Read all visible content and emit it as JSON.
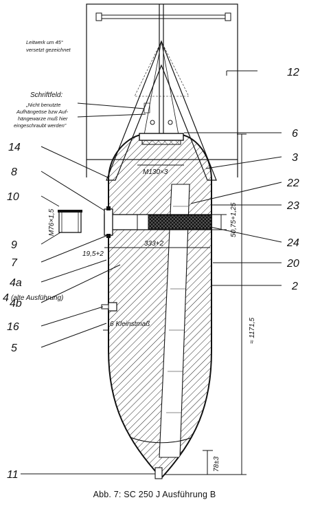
{
  "notes": {
    "tail_note_line1": "Leitwerk um 45°",
    "tail_note_line2": "versetzt gezeichnet",
    "schriftfeld_title": "Schriftfeld:",
    "schriftfeld_line1": "„Nicht benutzte",
    "schriftfeld_line2": "Aufhängeöse bzw Auf-",
    "schriftfeld_line3": "hängewarze muß hier",
    "schriftfeld_line4": "eingeschraubt werden”"
  },
  "dimensions": {
    "thread_m130": "M130×3",
    "thread_m76": "M76×1,5",
    "dia_50": "50,75+1,25",
    "len_333": "333+2",
    "len_19": "19,5+2",
    "overall_length": "≈ 1171,5",
    "nose_78": "78±3",
    "min_wall": "6 Kleinstmaß"
  },
  "callouts": {
    "n12": "12",
    "n6": "6",
    "n3": "3",
    "n22": "22",
    "n23": "23",
    "n24": "24",
    "n20": "20",
    "n2": "2",
    "n14": "14",
    "n8": "8",
    "n10": "10",
    "n9": "9",
    "n7": "7",
    "n4a": "4a",
    "n4": "4",
    "n4_suffix": "(alte Ausführung)",
    "n4b": "4b",
    "n16": "16",
    "n5": "5",
    "n11": "11"
  },
  "caption": "Abb. 7: SC 250 J  Ausführung B"
}
